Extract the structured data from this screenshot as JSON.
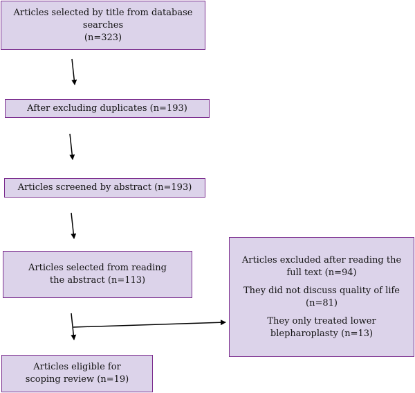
{
  "flowchart": {
    "box1": {
      "line1": "Articles selected by title from database",
      "line2": "searches",
      "line3": "(n=323)"
    },
    "box2": {
      "line1": "After excluding duplicates (n=193)"
    },
    "box3": {
      "line1": "Articles screened by abstract (n=193)"
    },
    "box4": {
      "line1": "Articles selected from reading",
      "line2": "the abstract (n=113)"
    },
    "box5": {
      "line1": "Articles eligible for",
      "line2": "scoping review (n=19)"
    },
    "excluded": {
      "line1": "Articles excluded after reading the",
      "line2": "full text (n=94)",
      "line3": "They did not discuss quality of life",
      "line4": "(n=81)",
      "line5": "They only treated lower",
      "line6": "blepharoplasty (n=13)"
    }
  },
  "colors": {
    "box_fill": "#dcd3ea",
    "box_border": "#7b2d8e",
    "arrow": "#000000"
  }
}
